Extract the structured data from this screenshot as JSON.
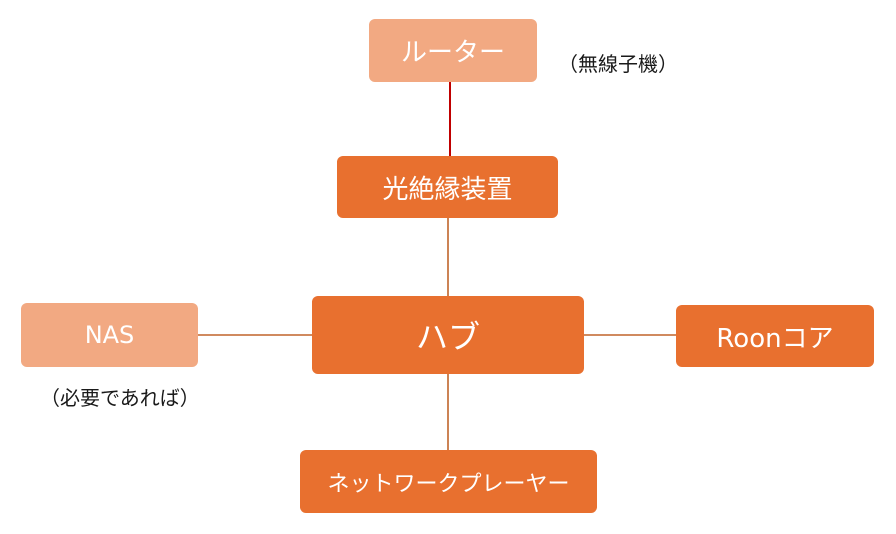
{
  "diagram": {
    "nodes": {
      "router": {
        "label": "ルーター",
        "note": "（無線子機）"
      },
      "onu": {
        "label": "光絶縁装置"
      },
      "hub": {
        "label": "ハブ"
      },
      "nas": {
        "label": "NAS",
        "note": "（必要であれば）"
      },
      "roon_core": {
        "label": "Roonコア"
      },
      "network_player": {
        "label": "ネットワークプレーヤー"
      }
    },
    "edges": [
      {
        "from": "router",
        "to": "onu",
        "color": "#C00000"
      },
      {
        "from": "onu",
        "to": "hub",
        "color": "#C0642A"
      },
      {
        "from": "nas",
        "to": "hub",
        "color": "#C0642A"
      },
      {
        "from": "hub",
        "to": "roon_core",
        "color": "#C0642A"
      },
      {
        "from": "hub",
        "to": "network_player",
        "color": "#C0642A"
      }
    ],
    "colors": {
      "node_light": "#F2A982",
      "node_dark": "#E8702F",
      "node_text": "#FFFFFF",
      "note_text": "#1A1A1A"
    }
  }
}
